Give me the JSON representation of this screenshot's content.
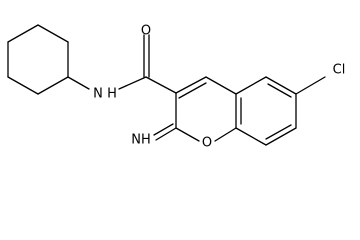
{
  "molecule": {
    "labels": {
      "carbonyl_oxygen": "O",
      "amide_nh": "N",
      "amide_h": "H",
      "chlorine": "Cl",
      "imine": "NH",
      "ring_oxygen": "O"
    },
    "colors": {
      "bond": "#000000",
      "text": "#000000",
      "background": "#ffffff"
    }
  }
}
